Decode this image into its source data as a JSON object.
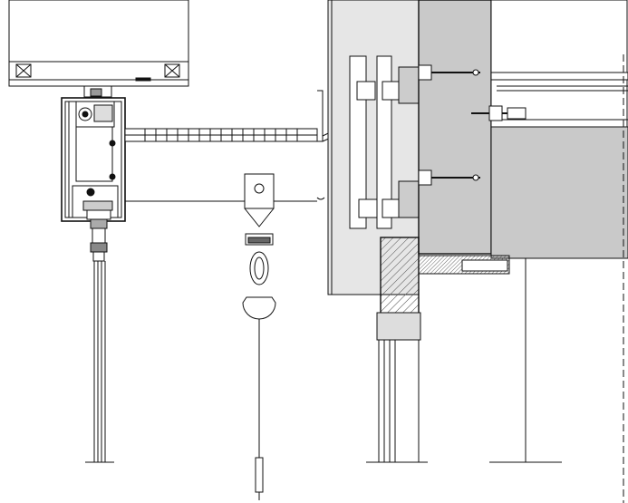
{
  "drawing": {
    "kind": "technical-section-detail",
    "palette": {
      "line": "#111111",
      "wall_fill": "#e6e6e6",
      "column_fill": "#c9c9c9",
      "timber_hatch": "#555555",
      "background": "#ffffff"
    },
    "components": [
      {
        "id": "ceiling-box",
        "icon": "ceiling-unit"
      },
      {
        "id": "drive-housing",
        "icon": "motor-housing"
      },
      {
        "id": "support-bracket",
        "icon": "cantilever-bracket"
      },
      {
        "id": "concrete-wall",
        "icon": "wall-section"
      },
      {
        "id": "steel-column",
        "icon": "column-section"
      },
      {
        "id": "anchor-bolts",
        "icon": "bolt"
      },
      {
        "id": "timber-frame",
        "icon": "timber-section"
      },
      {
        "id": "window-frame",
        "icon": "frame-profile"
      },
      {
        "id": "chain-hook-assembly",
        "icon": "hook-chain"
      },
      {
        "id": "curtain-rail",
        "icon": "vertical-rail"
      }
    ]
  }
}
